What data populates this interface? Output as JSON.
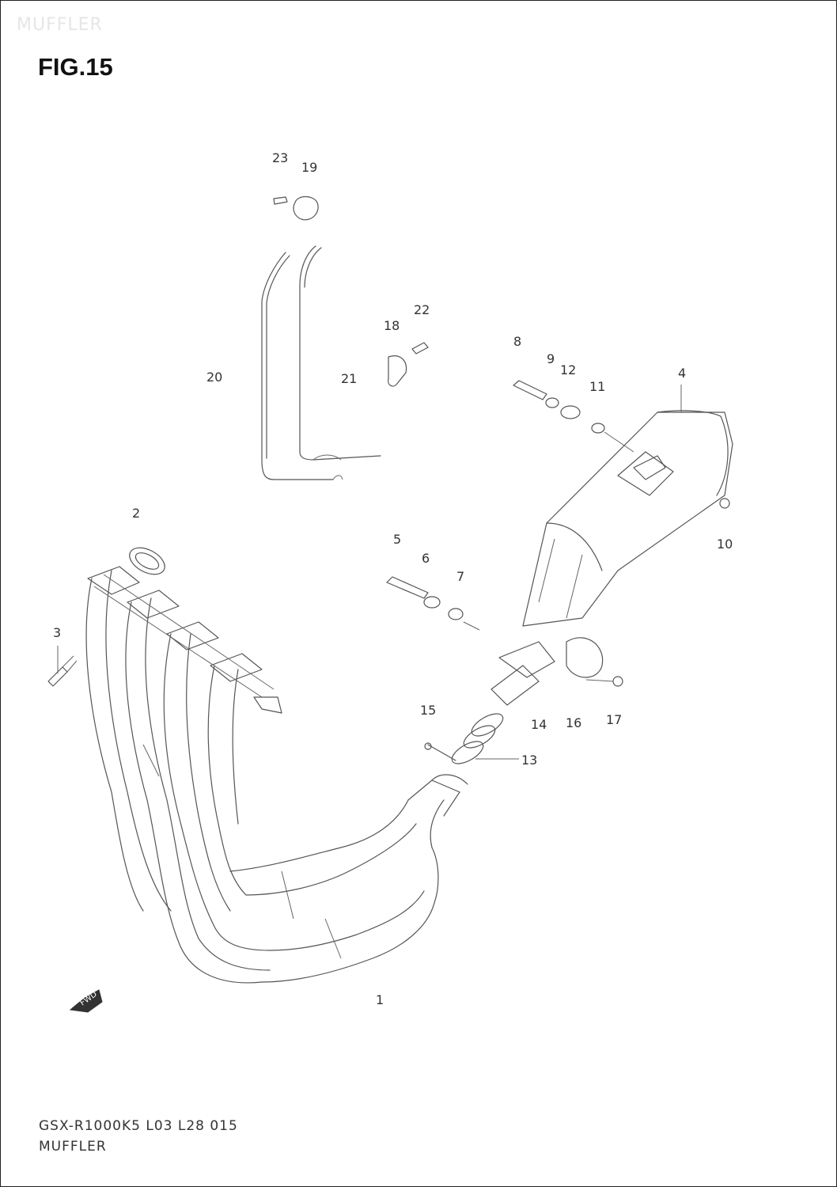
{
  "header": {
    "watermark": "MUFFLER",
    "figure_title": "FIG.15"
  },
  "diagram": {
    "callouts": [
      {
        "id": "c1",
        "text": "1"
      },
      {
        "id": "c2",
        "text": "2"
      },
      {
        "id": "c3",
        "text": "3"
      },
      {
        "id": "c4",
        "text": "4"
      },
      {
        "id": "c5",
        "text": "5"
      },
      {
        "id": "c6",
        "text": "6"
      },
      {
        "id": "c7",
        "text": "7"
      },
      {
        "id": "c8",
        "text": "8"
      },
      {
        "id": "c9",
        "text": "9"
      },
      {
        "id": "c10",
        "text": "10"
      },
      {
        "id": "c11",
        "text": "11"
      },
      {
        "id": "c12",
        "text": "12"
      },
      {
        "id": "c13",
        "text": "13"
      },
      {
        "id": "c14",
        "text": "14"
      },
      {
        "id": "c15",
        "text": "15"
      },
      {
        "id": "c16",
        "text": "16"
      },
      {
        "id": "c17",
        "text": "17"
      },
      {
        "id": "c18",
        "text": "18"
      },
      {
        "id": "c19",
        "text": "19"
      },
      {
        "id": "c20",
        "text": "20"
      },
      {
        "id": "c21",
        "text": "21"
      },
      {
        "id": "c22",
        "text": "22"
      },
      {
        "id": "c23",
        "text": "23"
      }
    ],
    "fwd_label": "FWD"
  },
  "footer": {
    "model_code": "GSX-R1000K5 L03 L28 015",
    "section_name": "MUFFLER"
  }
}
